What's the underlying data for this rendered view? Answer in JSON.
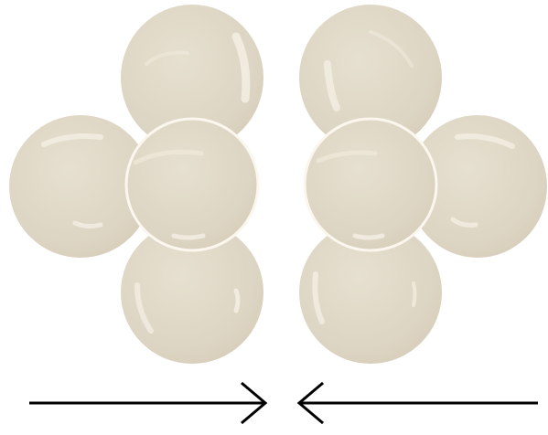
{
  "colors": {
    "background": "#ffffff",
    "balloon_fill": "#ddd5c3",
    "balloon_highlight": "#f4efe4",
    "balloon_outline": "#fbf7ee",
    "arrow": "#000000"
  },
  "groups": [
    {
      "id": "left-cluster",
      "balloon_count": 5,
      "arrow_direction": "right"
    },
    {
      "id": "right-cluster",
      "balloon_count": 5,
      "arrow_direction": "left"
    }
  ]
}
